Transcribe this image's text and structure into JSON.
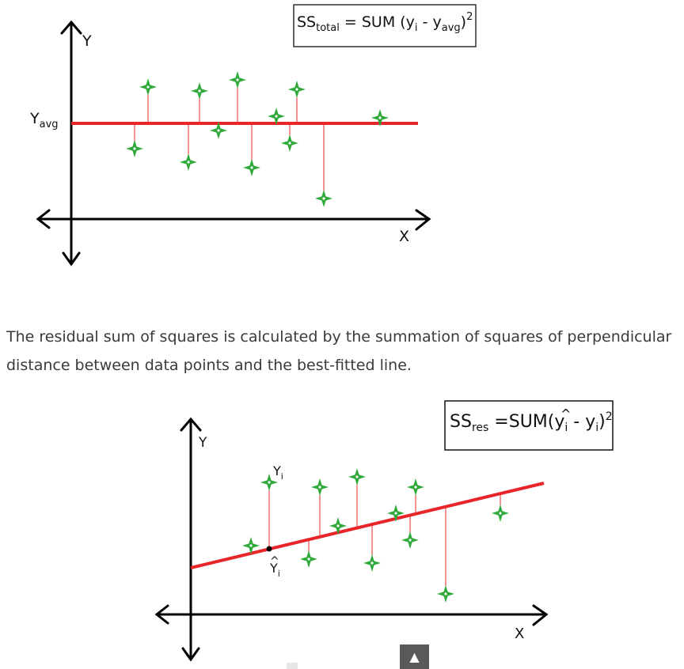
{
  "figure1": {
    "formula": {
      "prefix": "SS",
      "sub": "total",
      "body": " = SUM (y",
      "i": "i",
      "mid": " - y",
      "avg": "avg",
      "close": ")",
      "sup": "2"
    },
    "y_axis_label": "Y",
    "x_axis_label": "X",
    "avg_label": "Y",
    "avg_sub": "avg",
    "colors": {
      "line": "#e8262a",
      "point": "#2faa3a",
      "axis": "#000000"
    }
  },
  "paragraph": {
    "line1": "The residual sum of squares is calculated by the summation of squares of perpendicular",
    "line2": "distance between data points and the best-fitted line."
  },
  "figure2": {
    "formula": {
      "prefix": "SS",
      "sub": "res",
      "body": " =SUM(y",
      "i": "i",
      "mid": " - ",
      "hat": "y",
      "i2": "i",
      "close": ")",
      "sup": "2"
    },
    "y_axis_label": "Y",
    "x_axis_label": "X",
    "point_label": "Y",
    "point_sub": "i",
    "fit_label": "Y",
    "fit_sub": "i"
  },
  "scroll_top_icon": "triangle-up-icon",
  "scroll_top_glyph": "▲"
}
